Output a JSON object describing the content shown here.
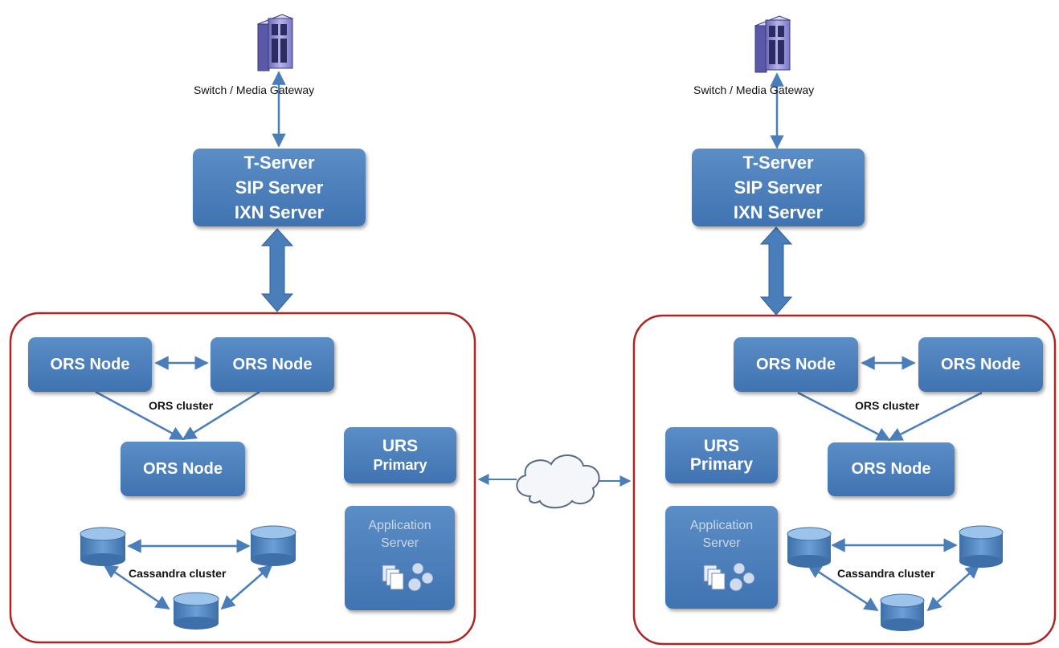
{
  "left_site": {
    "gateway_label": "Switch / Media Gateway",
    "server_lines": [
      "T-Server",
      "SIP Server",
      "IXN Server"
    ],
    "ors_nodes": [
      "ORS Node",
      "ORS Node",
      "ORS Node"
    ],
    "ors_cluster_label": "ORS cluster",
    "urs": {
      "title": "URS",
      "subtitle": "Primary"
    },
    "app_server": {
      "line1": "Application",
      "line2": "Server"
    },
    "cassandra_label": "Cassandra cluster"
  },
  "right_site": {
    "gateway_label": "Switch / Media Gateway",
    "server_lines": [
      "T-Server",
      "SIP Server",
      "IXN Server"
    ],
    "ors_nodes": [
      "ORS Node",
      "ORS Node",
      "ORS Node"
    ],
    "ors_cluster_label": "ORS cluster",
    "urs": {
      "title": "URS",
      "subtitle": "Primary"
    },
    "app_server": {
      "line1": "Application",
      "line2": "Server"
    },
    "cassandra_label": "Cassandra cluster"
  },
  "colors": {
    "box_blue": "#4a7ebb",
    "arrow_blue": "#4a7ebb",
    "site_border_red": "#b22222",
    "server_tower_purple": "#9c9ad6"
  },
  "icons": [
    "server-tower-icon",
    "cloud-icon",
    "database-icon",
    "documents-icon",
    "gears-icon"
  ]
}
